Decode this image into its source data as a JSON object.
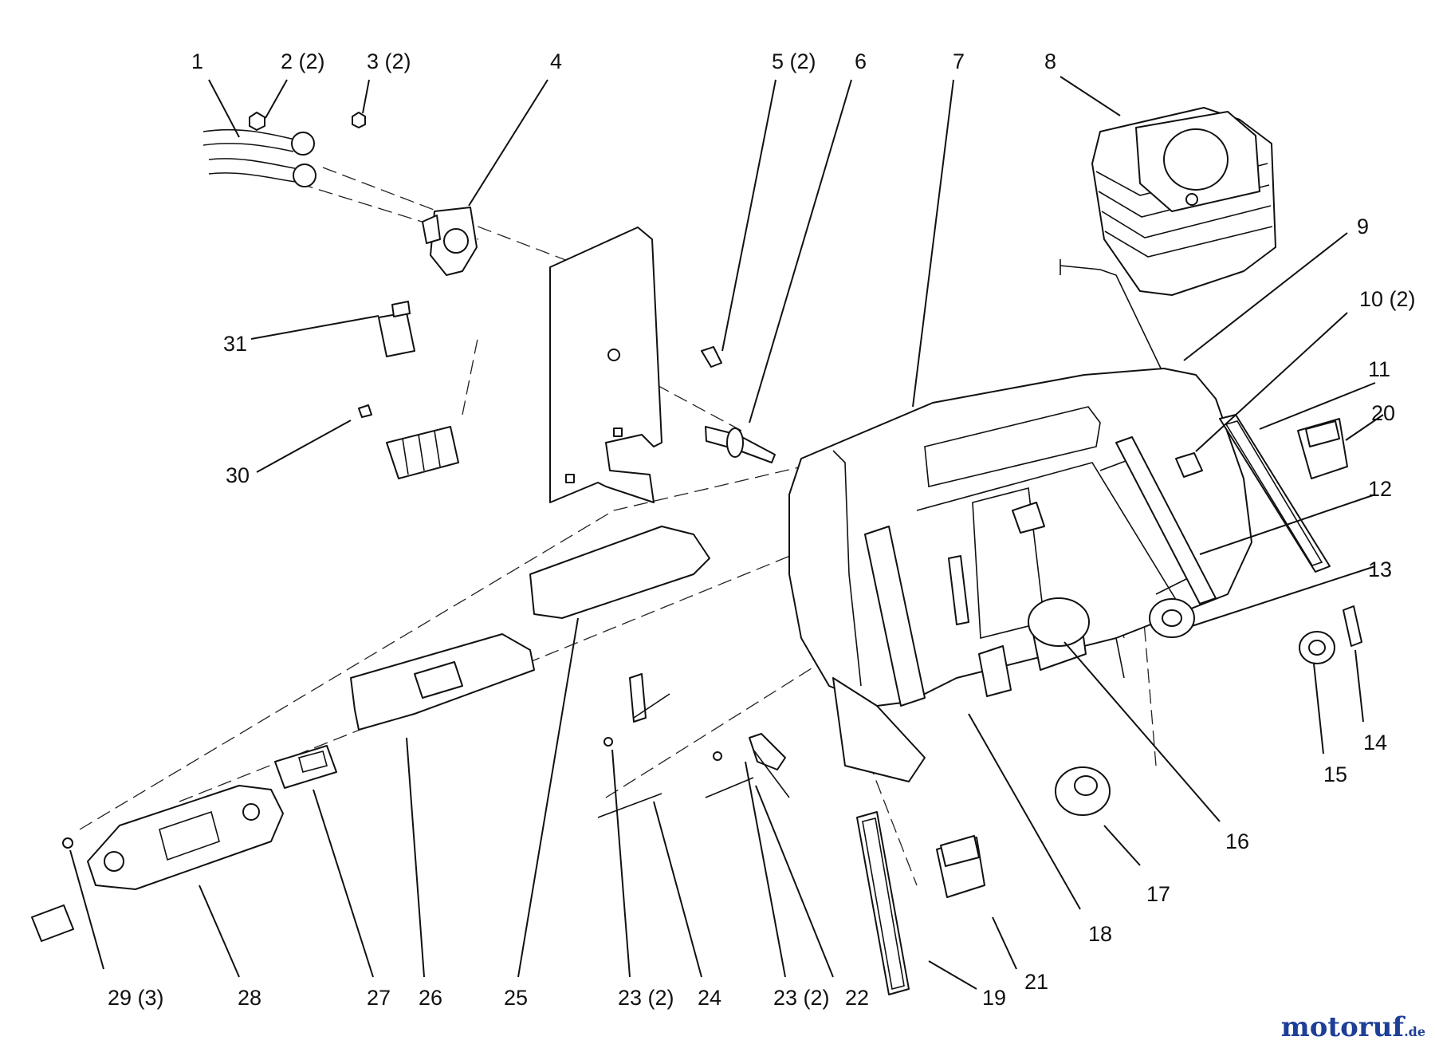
{
  "diagram": {
    "callouts": [
      {
        "id": "1",
        "label": "1"
      },
      {
        "id": "2",
        "label": "2 (2)"
      },
      {
        "id": "3",
        "label": "3 (2)"
      },
      {
        "id": "4",
        "label": "4"
      },
      {
        "id": "5",
        "label": "5 (2)"
      },
      {
        "id": "6",
        "label": "6"
      },
      {
        "id": "7",
        "label": "7"
      },
      {
        "id": "8",
        "label": "8"
      },
      {
        "id": "9",
        "label": "9"
      },
      {
        "id": "10",
        "label": "10 (2)"
      },
      {
        "id": "11",
        "label": "11"
      },
      {
        "id": "20",
        "label": "20"
      },
      {
        "id": "12",
        "label": "12"
      },
      {
        "id": "13",
        "label": "13"
      },
      {
        "id": "14",
        "label": "14"
      },
      {
        "id": "15",
        "label": "15"
      },
      {
        "id": "16",
        "label": "16"
      },
      {
        "id": "17",
        "label": "17"
      },
      {
        "id": "18",
        "label": "18"
      },
      {
        "id": "21",
        "label": "21"
      },
      {
        "id": "19",
        "label": "19"
      },
      {
        "id": "22",
        "label": "22"
      },
      {
        "id": "23b",
        "label": "23 (2)"
      },
      {
        "id": "24",
        "label": "24"
      },
      {
        "id": "23a",
        "label": "23 (2)"
      },
      {
        "id": "25",
        "label": "25"
      },
      {
        "id": "26",
        "label": "26"
      },
      {
        "id": "27",
        "label": "27"
      },
      {
        "id": "28",
        "label": "28"
      },
      {
        "id": "29",
        "label": "29 (3)"
      },
      {
        "id": "30",
        "label": "30"
      },
      {
        "id": "31",
        "label": "31"
      }
    ]
  },
  "watermark": {
    "text": "motoruf",
    "suffix": ".de",
    "color": "#1e3f96"
  }
}
